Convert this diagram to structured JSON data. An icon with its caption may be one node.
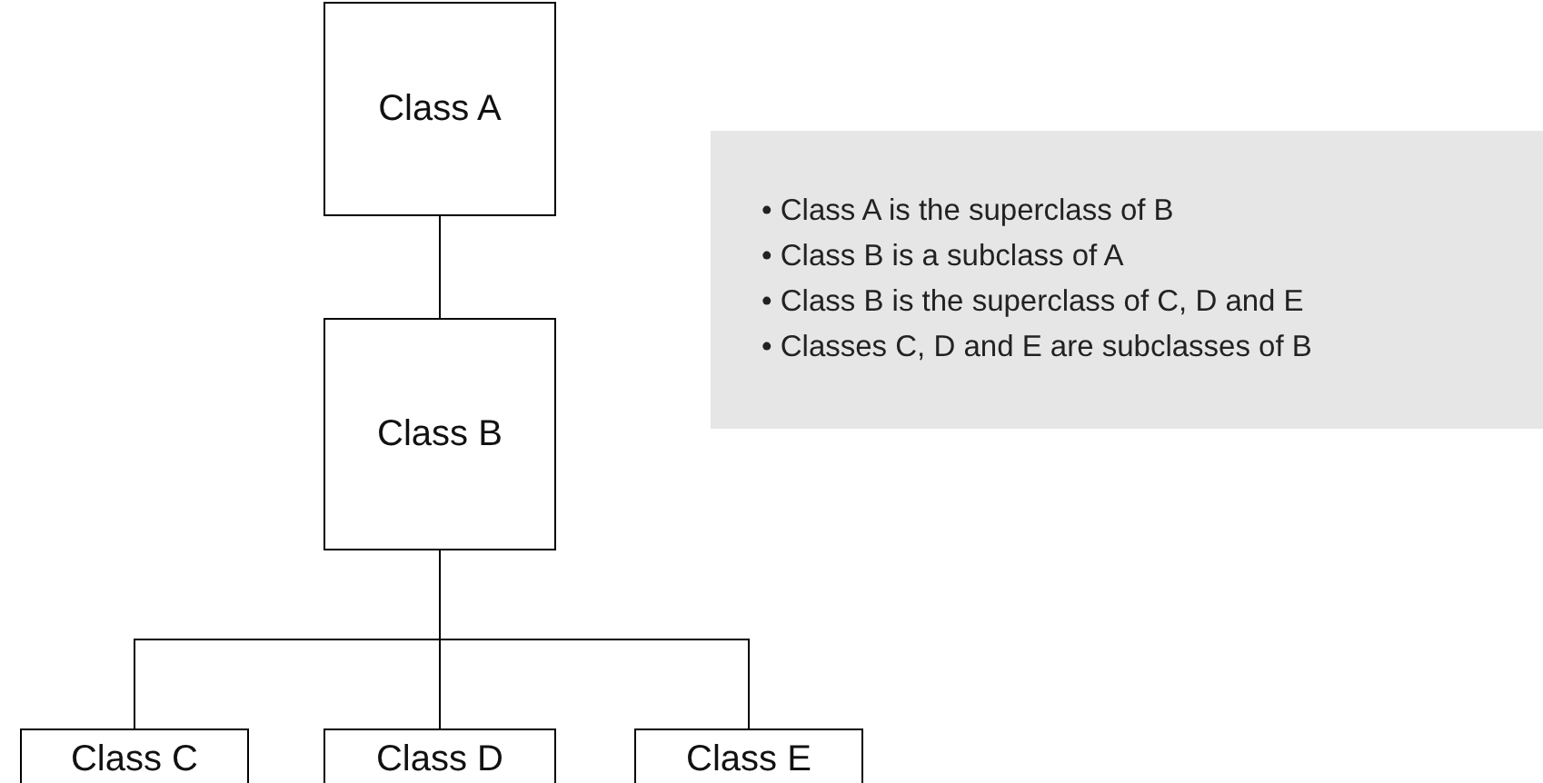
{
  "diagram": {
    "nodes": [
      {
        "text": [
          "Class A"
        ]
      },
      {
        "text": [
          "Class B"
        ]
      },
      {
        "text": [
          "Class C"
        ]
      },
      {
        "text": [
          "Class D"
        ]
      },
      {
        "text": [
          "Class E"
        ]
      },
      {
        "text": [
          "• Class A is the superclass of B",
          "• Class B is a subclass of A",
          "• Class B is the superclass of C, D and E",
          "• Classes C, D and E are subclasses of B"
        ]
      }
    ],
    "edges": [
      {
        "from": 0,
        "to": 1,
        "arrow": "none"
      },
      {
        "from": 1,
        "to": 2,
        "arrow": "none"
      },
      {
        "from": 1,
        "to": 3,
        "arrow": "none"
      },
      {
        "from": 1,
        "to": 4,
        "arrow": "none"
      }
    ]
  }
}
